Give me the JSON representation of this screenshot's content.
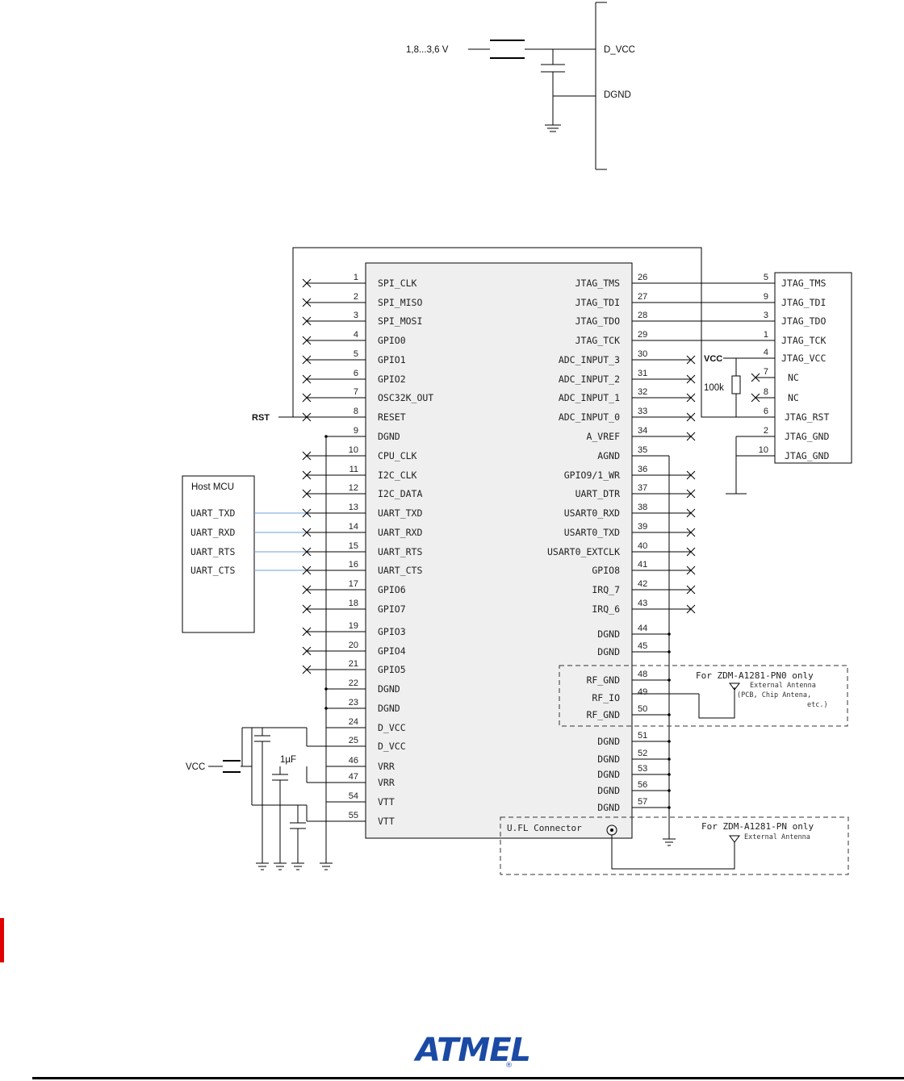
{
  "top_circuit": {
    "supply_label": "1,8...3,6 V",
    "pin_dvcc": "D_VCC",
    "pin_dgnd": "DGND"
  },
  "module": {
    "left_pins": [
      {
        "num": "1",
        "name": "SPI_CLK"
      },
      {
        "num": "2",
        "name": "SPI_MISO"
      },
      {
        "num": "3",
        "name": "SPI_MOSI"
      },
      {
        "num": "4",
        "name": "GPIO0"
      },
      {
        "num": "5",
        "name": "GPIO1"
      },
      {
        "num": "6",
        "name": "GPIO2"
      },
      {
        "num": "7",
        "name": "OSC32K_OUT"
      },
      {
        "num": "8",
        "name": "RESET"
      },
      {
        "num": "9",
        "name": "DGND"
      },
      {
        "num": "10",
        "name": "CPU_CLK"
      },
      {
        "num": "11",
        "name": "I2C_CLK"
      },
      {
        "num": "12",
        "name": "I2C_DATA"
      },
      {
        "num": "13",
        "name": "UART_TXD"
      },
      {
        "num": "14",
        "name": "UART_RXD"
      },
      {
        "num": "15",
        "name": "UART_RTS"
      },
      {
        "num": "16",
        "name": "UART_CTS"
      },
      {
        "num": "17",
        "name": "GPIO6"
      },
      {
        "num": "18",
        "name": "GPIO7"
      },
      {
        "num": "19",
        "name": "GPIO3"
      },
      {
        "num": "20",
        "name": "GPIO4"
      },
      {
        "num": "21",
        "name": "GPIO5"
      },
      {
        "num": "22",
        "name": "DGND"
      },
      {
        "num": "23",
        "name": "DGND"
      },
      {
        "num": "24",
        "name": "D_VCC"
      },
      {
        "num": "25",
        "name": "D_VCC"
      },
      {
        "num": "46",
        "name": "VRR"
      },
      {
        "num": "47",
        "name": "VRR"
      },
      {
        "num": "54",
        "name": "VTT"
      },
      {
        "num": "55",
        "name": "VTT"
      }
    ],
    "right_pins": [
      {
        "num": "26",
        "name": "JTAG_TMS"
      },
      {
        "num": "27",
        "name": "JTAG_TDI"
      },
      {
        "num": "28",
        "name": "JTAG_TDO"
      },
      {
        "num": "29",
        "name": "JTAG_TCK"
      },
      {
        "num": "30",
        "name": "ADC_INPUT_3"
      },
      {
        "num": "31",
        "name": "ADC_INPUT_2"
      },
      {
        "num": "32",
        "name": "ADC_INPUT_1"
      },
      {
        "num": "33",
        "name": "ADC_INPUT_0"
      },
      {
        "num": "34",
        "name": "A_VREF"
      },
      {
        "num": "35",
        "name": "AGND"
      },
      {
        "num": "36",
        "name": "GPIO9/1_WR"
      },
      {
        "num": "37",
        "name": "UART_DTR"
      },
      {
        "num": "38",
        "name": "USART0_RXD"
      },
      {
        "num": "39",
        "name": "USART0_TXD"
      },
      {
        "num": "40",
        "name": "USART0_EXTCLK"
      },
      {
        "num": "41",
        "name": "GPIO8"
      },
      {
        "num": "42",
        "name": "IRQ_7"
      },
      {
        "num": "43",
        "name": "IRQ_6"
      },
      {
        "num": "44",
        "name": "DGND"
      },
      {
        "num": "45",
        "name": "DGND"
      },
      {
        "num": "48",
        "name": "RF_GND"
      },
      {
        "num": "49",
        "name": "RF_IO"
      },
      {
        "num": "50",
        "name": "RF_GND"
      },
      {
        "num": "51",
        "name": "DGND"
      },
      {
        "num": "52",
        "name": "DGND"
      },
      {
        "num": "53",
        "name": "DGND"
      },
      {
        "num": "56",
        "name": "DGND"
      },
      {
        "num": "57",
        "name": "DGND"
      }
    ]
  },
  "jtag": {
    "pins": [
      {
        "num": "5",
        "name": "JTAG_TMS"
      },
      {
        "num": "9",
        "name": "JTAG_TDI"
      },
      {
        "num": "3",
        "name": "JTAG_TDO"
      },
      {
        "num": "1",
        "name": "JTAG_TCK"
      },
      {
        "num": "4",
        "name": "JTAG_VCC"
      },
      {
        "num": "7",
        "name": "NC"
      },
      {
        "num": "8",
        "name": "NC"
      },
      {
        "num": "6",
        "name": "JTAG_RST"
      },
      {
        "num": "2",
        "name": "JTAG_GND"
      },
      {
        "num": "10",
        "name": "JTAG_GND"
      }
    ],
    "vcc_label": "VCC",
    "resistor_label": "100k"
  },
  "host": {
    "title": "Host MCU",
    "pins": [
      "UART_TXD",
      "UART_RXD",
      "UART_RTS",
      "UART_CTS"
    ]
  },
  "labels": {
    "rst": "RST",
    "vcc": "VCC",
    "cap": "1µF"
  },
  "rf_notes": {
    "pn0_title": "For ZDM-A1281-PN0 only",
    "pn0_sub1": "External Antenna",
    "pn0_sub2": "(PCB, Chip  Antena,",
    "pn0_sub3": "etc.)",
    "pn_title": "For ZDM-A1281-PN only",
    "pn_sub": "External Antenna",
    "ufl": "U.FL Connector"
  },
  "footer": {
    "logo_text": "ATMEL",
    "logo_reg": "®"
  },
  "colors": {
    "wire": "#000000",
    "uart_link": "#6f9fd8",
    "module_fill": "#efefef",
    "logo": "#1b4aa5",
    "margin_mark": "#e00000"
  }
}
